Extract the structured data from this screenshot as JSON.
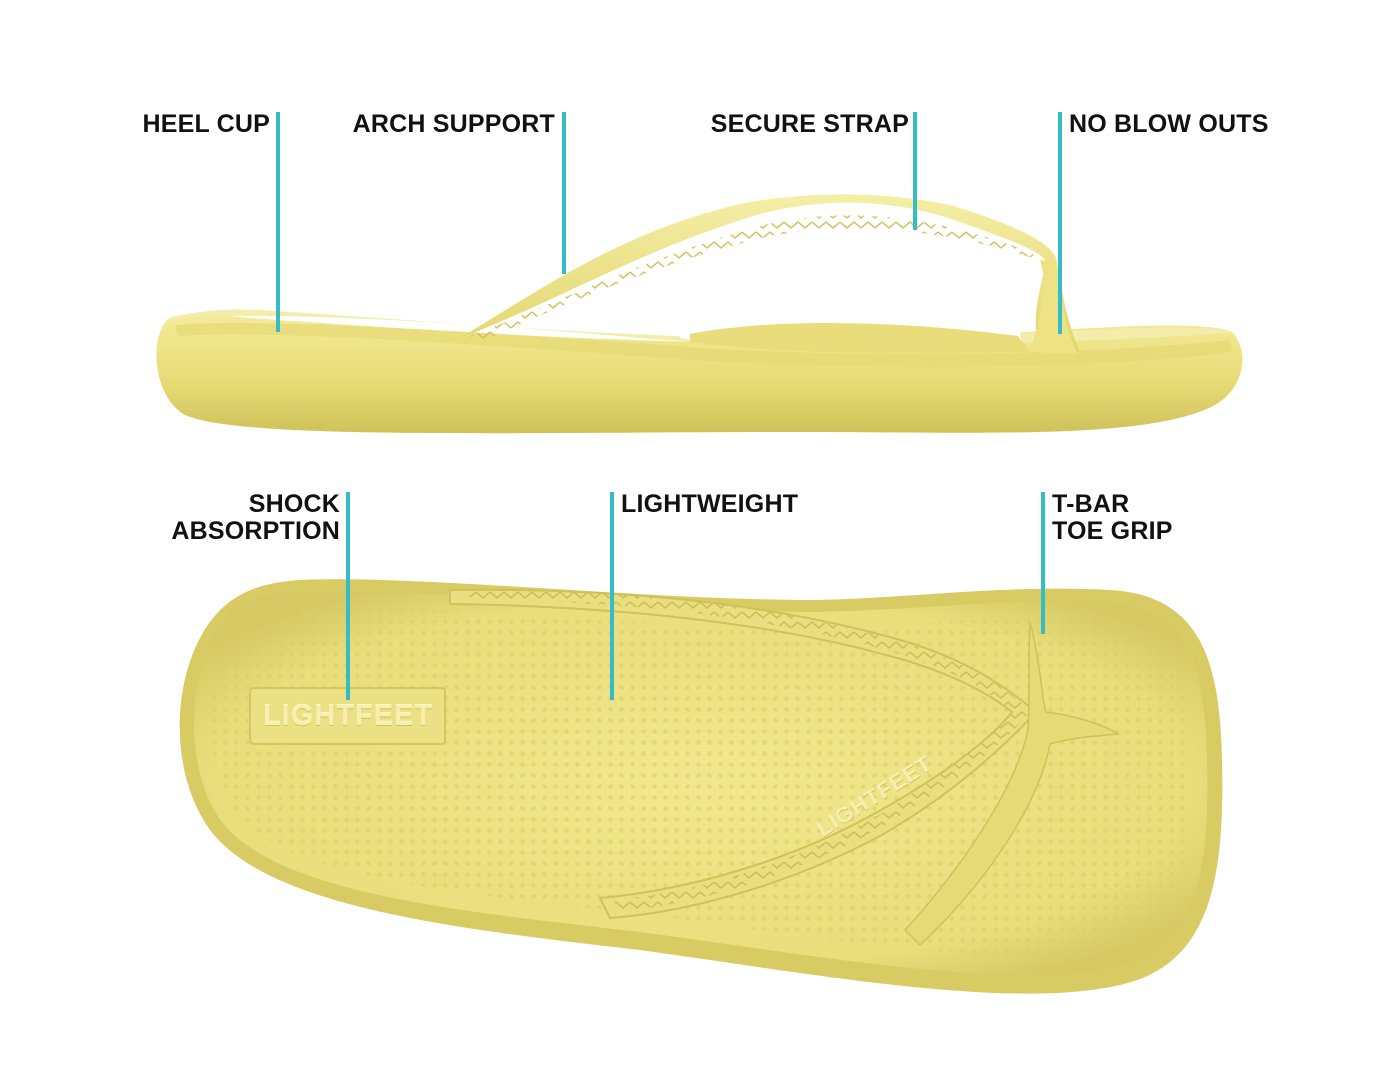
{
  "colors": {
    "leader_line": "#36bcc8",
    "sandal_fill": "#efe58a",
    "sandal_shadow": "#d9cc5c",
    "sandal_highlight": "#f6efa8",
    "label_text": "#111111"
  },
  "side_view": {
    "labels": {
      "heel_cup": "HEEL CUP",
      "arch_support": "ARCH SUPPORT",
      "secure_strap": "SECURE STRAP",
      "no_blow_outs": "NO BLOW OUTS"
    }
  },
  "top_view": {
    "labels": {
      "shock_absorption_1": "SHOCK",
      "shock_absorption_2": "ABSORPTION",
      "lightweight": "LIGHTWEIGHT",
      "tbar_1": "T-BAR",
      "tbar_2": "TOE GRIP"
    },
    "brand_insole": "LIGHTFEET",
    "brand_strap": "LIGHTFEET"
  },
  "icons": [
    "leader-line",
    "sandal-side-view",
    "sandal-top-view"
  ]
}
